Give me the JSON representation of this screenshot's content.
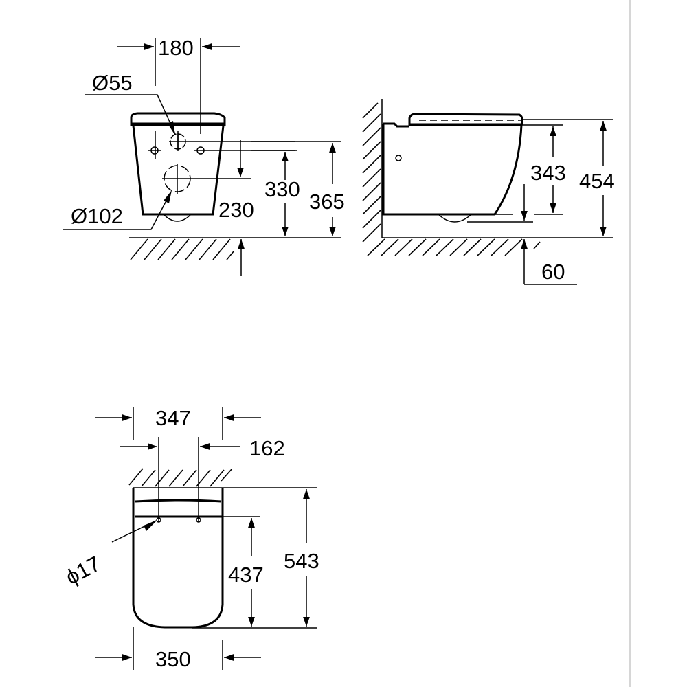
{
  "diagram": {
    "type": "technical-dimension-drawing",
    "subject": "wall-hung toilet",
    "separator_color": "#c8c8c8",
    "line_color": "#000000",
    "views": {
      "front": {
        "dimensions": {
          "inlet_spacing": "180",
          "inlet_diameter": "Ø55",
          "outlet_diameter": "Ø102",
          "outlet_height": "230",
          "bolt_height": "330",
          "inlet_height": "365"
        }
      },
      "side": {
        "dimensions": {
          "rim_to_outlet": "343",
          "total_height": "454",
          "floor_clearance": "60"
        }
      },
      "top": {
        "dimensions": {
          "overall_width": "347",
          "bolt_offset": "162",
          "bolt_diameter": "ϕ17",
          "bowl_depth": "437",
          "total_depth": "543",
          "base_width": "350"
        }
      }
    }
  }
}
